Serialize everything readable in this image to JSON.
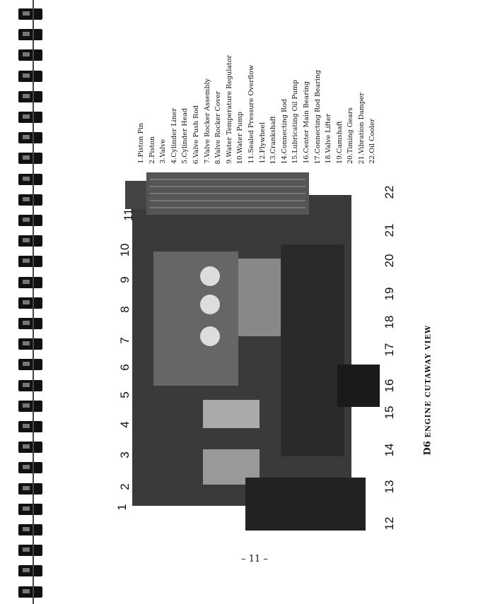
{
  "legend": [
    {
      "num": "1.",
      "label": "Piston Pin"
    },
    {
      "num": "2.",
      "label": "Piston"
    },
    {
      "num": "3.",
      "label": "Valve"
    },
    {
      "num": "4.",
      "label": "Cylinder Liner"
    },
    {
      "num": "5.",
      "label": "Cylinder Head"
    },
    {
      "num": "6.",
      "label": "Valve Push Rod"
    },
    {
      "num": "7.",
      "label": "Valve Rocker Assembly"
    },
    {
      "num": "8.",
      "label": "Valve Rocker Cover"
    },
    {
      "num": "9.",
      "label": "Water Temperature Regulator"
    },
    {
      "num": "10.",
      "label": "Water Pump"
    },
    {
      "num": "11.",
      "label": "Sealed Pressure Overflow"
    },
    {
      "num": "12.",
      "label": "Flywheel"
    },
    {
      "num": "13.",
      "label": "Crankshaft"
    },
    {
      "num": "14.",
      "label": "Connecting Rod"
    },
    {
      "num": "15.",
      "label": "Lubricating Oil Pump"
    },
    {
      "num": "16.",
      "label": "Center Main Bearing"
    },
    {
      "num": "17.",
      "label": "Connecting Rod Bearing"
    },
    {
      "num": "18.",
      "label": "Valve Lifter"
    },
    {
      "num": "19.",
      "label": "Camshaft"
    },
    {
      "num": "20.",
      "label": "Timing Gears"
    },
    {
      "num": "21.",
      "label": "Vibration Damper"
    },
    {
      "num": "22.",
      "label": "Oil Cooler"
    }
  ],
  "callouts": {
    "c1": "1",
    "c2": "2",
    "c3": "3",
    "c4": "4",
    "c5": "5",
    "c6": "6",
    "c7": "7",
    "c8": "8",
    "c9": "9",
    "c10": "10",
    "c11": "11",
    "c12": "12",
    "c13": "13",
    "c14": "14",
    "c15": "15",
    "c16": "16",
    "c17": "17",
    "c18": "18",
    "c19": "19",
    "c20": "20",
    "c21": "21",
    "c22": "22"
  },
  "caption": {
    "model": "D6",
    "rest": "ENGINE CUTAWAY VIEW"
  },
  "page_number": "– 11 –"
}
